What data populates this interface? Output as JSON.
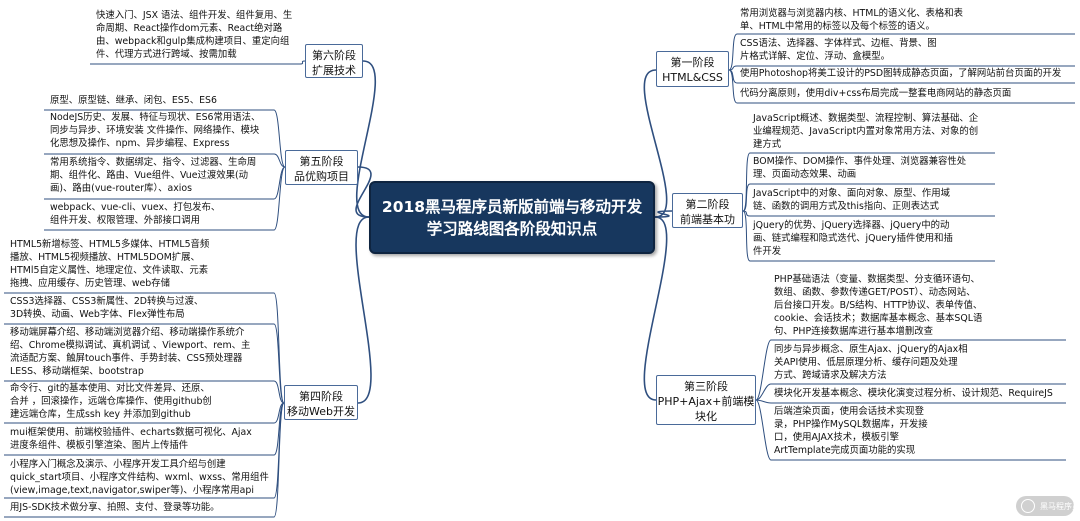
{
  "title": [
    "2018黑马程序员新版前端与移动开发",
    "学习路线图各阶段知识点"
  ],
  "stages": [
    {
      "label": [
        "第一阶段",
        "HTML&CSS"
      ],
      "items": [
        [
          "常用浏览器与浏览器内核、HTML的语义化、表格和表",
          "单、HTML中常用的标签以及每个标签的语义。"
        ],
        [
          "CSS语法、选择器、字体样式、边框、背景、图",
          "片格式详解、定位、浮动、盒模型。"
        ],
        [
          "使用Photoshop将美工设计的PSD图转成静态页面，了解网站前台页面的开发"
        ],
        [
          "代码分离原则，使用div+css布局完成一整套电商网站的静态页面"
        ]
      ]
    },
    {
      "label": [
        "第二阶段",
        "前端基本功"
      ],
      "items": [
        [
          "JavaScript概述、数据类型、流程控制、算法基础、企",
          "业编程规范、JavaScript内置对象常用方法、对象的创",
          "建方式"
        ],
        [
          "BOM操作、DOM操作、事件处理、浏览器兼容性处",
          "理、页面动态效果、动画"
        ],
        [
          "JavaScript中的对象、面向对象、原型、作用域",
          "链、函数的调用方式及this指向、正则表达式"
        ],
        [
          "jQuery的优势、jQuery选择器、jQuery中的动",
          "画、链式编程和隐式迭代、jQuery插件使用和插",
          "件开发"
        ]
      ]
    },
    {
      "label": [
        "第三阶段",
        "PHP+Ajax+前端模",
        "块化"
      ],
      "items": [
        [
          "PHP基础语法（变量、数据类型、分支循环语句、",
          "数组、函数、参数传递GET/POST）、动态网站、",
          "后台接口开发。B/S结构、HTTP协议、表单传值、",
          "cookie、会话技术；数据库基本概念、基本SQL语",
          "句、PHP连接数据库进行基本增删改查"
        ],
        [
          "同步与异步概念、原生Ajax、jQuery的Ajax相",
          "关API使用、低层原理分析、缓存问题及处理",
          "方式、跨域请求及解决方法"
        ],
        [
          "模块化开发基本概念、模块化演变过程分析、设计规范、RequireJS"
        ],
        [
          "后端渲染页面，使用会话技术实现登",
          "录，PHP操作MySQL数据库，开发接",
          "口，使用AJAX技术，模板引擎",
          "ArtTemplate完成页面功能的实现"
        ]
      ]
    },
    {
      "label": [
        "第四阶段",
        "移动Web开发"
      ],
      "items": [
        [
          "HTML5新增标签、HTML5多媒体、HTML5音频",
          "播放、HTML5视频播放、HTML5DOM扩展、",
          "HTMl5自定义属性、地理定位、文件读取、元素",
          "拖拽、应用缓存、历史管理、web存储"
        ],
        [
          "CSS3选择器、CSS3新属性、2D转换与过渡、",
          "3D转换、动画、Web字体、Flex弹性布局"
        ],
        [
          "移动端屏幕介绍、移动端浏览器介绍、移动端操作系统介",
          "绍、Chrome模拟调试、真机调试 、Viewport、rem、主",
          "流适配方案、触屏touch事件、手势封装、CSS预处理器",
          "LESS、移动端框架、bootstrap"
        ],
        [
          "命令行、git的基本使用、对比文件差异、还原、",
          "合并 ，回滚操作，远端仓库操作、使用github创",
          "建远端仓库，生成ssh key 并添加到github"
        ],
        [
          "mui框架使用、前端校验插件、echarts数据可视化、Ajax",
          "进度条组件、模板引擎渲染、图片上传插件"
        ],
        [
          "小程序入门概念及演示、小程序开发工具介绍与创建",
          "quick_start项目、小程序文件结构、wxml、wxss、常用组件",
          "(view,image,text,navigator,swiper等)、小程序常用api"
        ],
        [
          "用JS-SDK技术做分享、拍照、支付、登录等功能。"
        ]
      ]
    },
    {
      "label": [
        "第五阶段",
        "品优购项目"
      ],
      "items": [
        [
          "原型、原型链、继承、闭包、ES5、ES6"
        ],
        [
          "NodeJS历史、发展、特征与现状、ES6常用语法、",
          "同步与异步、环境安装 文件操作、网络操作、模块",
          "化思想及操作、npm、异步编程、Express"
        ],
        [
          "常用系统指令、数据绑定、指令、过滤器、生命周",
          "期、组件化、路由、Vue组件、Vue过渡效果(动",
          "画)、路由(vue-router库）、axios"
        ],
        [
          "webpack、vue-cli、vuex、打包发布、",
          "组件开发、权限管理、外部接口调用"
        ]
      ]
    },
    {
      "label": [
        "第六阶段",
        "扩展技术"
      ],
      "items": [
        [
          "快速入门、JSX 语法、组件开发、组件复用、生",
          "命周期、React操作dom元素、React绝对路",
          "由、webpack和gulp集成构建项目、重定向组",
          "件、代理方式进行跨域、按需加载"
        ]
      ]
    }
  ],
  "colors": {
    "center_bg": "#17375e",
    "line": "#2f4f7f",
    "stage_border": "#4a6a99"
  },
  "watermark": "黑马程序员"
}
